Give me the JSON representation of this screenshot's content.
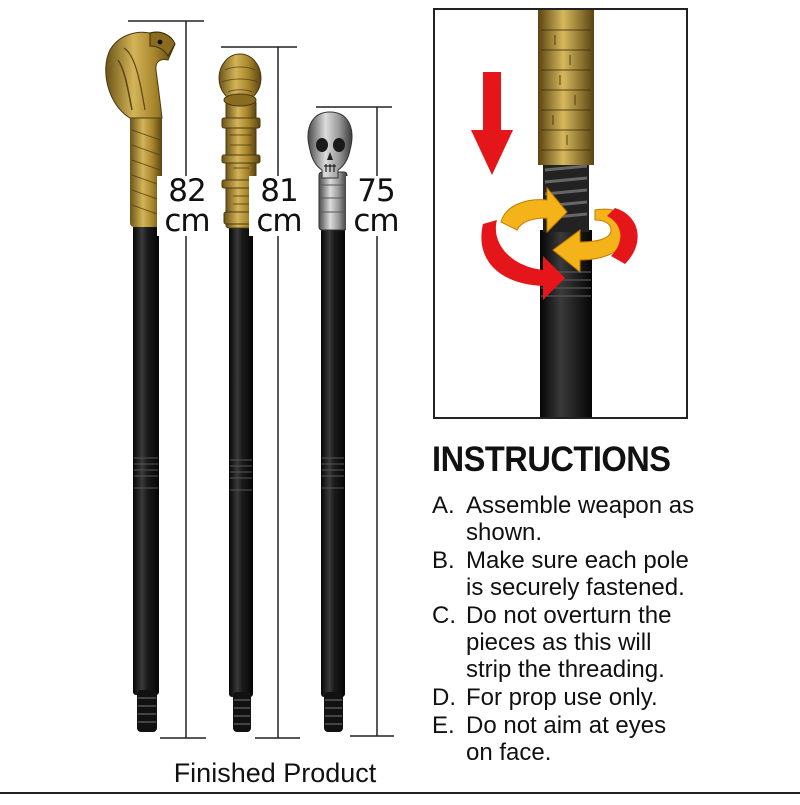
{
  "product": {
    "canes": [
      {
        "name": "cobra cane",
        "length_label": {
          "value": "82",
          "unit": "cm"
        }
      },
      {
        "name": "ornate knob cane",
        "length_label": {
          "value": "81",
          "unit": "cm"
        }
      },
      {
        "name": "skull cane",
        "length_label": {
          "value": "75",
          "unit": "cm"
        }
      }
    ],
    "caption": "Finished Product"
  },
  "instructions": {
    "title": "INSTRUCTIONS",
    "items": [
      {
        "letter": "A.",
        "text": "Assemble weapon as\nshown."
      },
      {
        "letter": "B.",
        "text": "Make sure each pole\nis securely fastened."
      },
      {
        "letter": "C.",
        "text": "Do not overturn the\npieces as this will\nstrip the threading."
      },
      {
        "letter": "D.",
        "text": "For prop use only."
      },
      {
        "letter": "E.",
        "text": "Do not aim at eyes\non face."
      }
    ]
  },
  "colors": {
    "gold": "#b8942e",
    "shaft": "#1a1a1a",
    "arrow_red": "#e4161a",
    "arrow_yellow": "#f5b31a",
    "silver": "#a8a8a8"
  },
  "icons": [
    "cobra-head-icon",
    "ornate-knob-icon",
    "skull-icon",
    "down-arrow-icon",
    "rotate-arrows-icon"
  ]
}
